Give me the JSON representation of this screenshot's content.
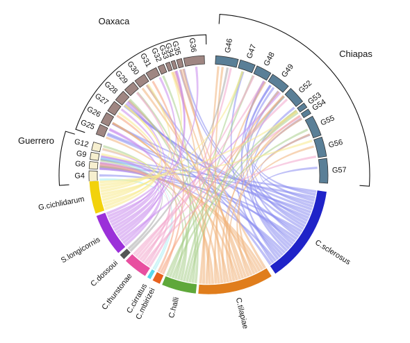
{
  "regions": [
    {
      "name": "Oaxaca",
      "from": "G25",
      "to": "G36"
    },
    {
      "name": "Chiapas",
      "from": "G46",
      "to": "G57"
    },
    {
      "name": "Guerrero",
      "from": "G12",
      "to": "G4"
    }
  ],
  "sites": [
    {
      "id": "G46",
      "color": "#5a7f97"
    },
    {
      "id": "G47",
      "color": "#5a7f97"
    },
    {
      "id": "G48",
      "color": "#5a7f97"
    },
    {
      "id": "G49",
      "color": "#5a7f97"
    },
    {
      "id": "G52",
      "color": "#5a7f97"
    },
    {
      "id": "G53",
      "color": "#5a7f97"
    },
    {
      "id": "G54",
      "color": "#5a7f97"
    },
    {
      "id": "G55",
      "color": "#5a7f97"
    },
    {
      "id": "G56",
      "color": "#5a7f97"
    },
    {
      "id": "G57",
      "color": "#5a7f97"
    },
    {
      "id": "G4",
      "color": "#f6efcf"
    },
    {
      "id": "G6",
      "color": "#f6efcf"
    },
    {
      "id": "G9",
      "color": "#f6efcf"
    },
    {
      "id": "G12",
      "color": "#f6efcf"
    },
    {
      "id": "G25",
      "color": "#9f8682"
    },
    {
      "id": "G26",
      "color": "#9f8682"
    },
    {
      "id": "G27",
      "color": "#9f8682"
    },
    {
      "id": "G28",
      "color": "#9f8682"
    },
    {
      "id": "G29",
      "color": "#9f8682"
    },
    {
      "id": "G30",
      "color": "#9f8682"
    },
    {
      "id": "G31",
      "color": "#9f8682"
    },
    {
      "id": "G32",
      "color": "#9f8682"
    },
    {
      "id": "G33",
      "color": "#9f8682"
    },
    {
      "id": "G34",
      "color": "#9f8682"
    },
    {
      "id": "G35",
      "color": "#9f8682"
    },
    {
      "id": "G36",
      "color": "#9f8682"
    }
  ],
  "species": [
    {
      "id": "C.sclerosus",
      "color": "#1f23c8",
      "chord": "#8b8cf0"
    },
    {
      "id": "C.tilapiae",
      "color": "#e07d1c",
      "chord": "#f0b27a"
    },
    {
      "id": "C.halli",
      "color": "#5fa83a",
      "chord": "#a9d08c"
    },
    {
      "id": "C.mbirizei",
      "color": "#e8621e",
      "chord": "#f5a07a"
    },
    {
      "id": "C.cirratus",
      "color": "#58d8e8",
      "chord": "#a8ecf3"
    },
    {
      "id": "C.thurstonae",
      "color": "#e84fa0",
      "chord": "#f3a6cc"
    },
    {
      "id": "C.dossoui",
      "color": "#555555",
      "chord": "#aaaaaa"
    },
    {
      "id": "S.longicornis",
      "color": "#9b30d9",
      "chord": "#c98bed"
    },
    {
      "id": "G.cichlidarum",
      "color": "#f2d20c",
      "chord": "#f7ea8a"
    }
  ]
}
